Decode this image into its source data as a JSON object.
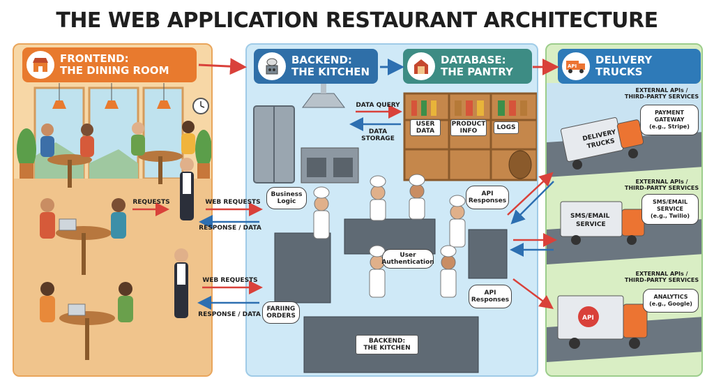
{
  "title": "THE WEB APPLICATION RESTAURANT ARCHITECTURE",
  "sections": {
    "frontend": {
      "line1": "FRONTEND:",
      "line2": "THE DINING ROOM",
      "color": "#e87a2e"
    },
    "backend": {
      "line1": "BACKEND:",
      "line2": "THE KITCHEN",
      "color": "#2f6fa8"
    },
    "database": {
      "line1": "DATABASE:",
      "line2": "THE PANTRY",
      "color": "#3d8c84"
    },
    "delivery": {
      "line1": "DELIVERY",
      "line2": "TRUCKS",
      "color": "#2e7ab8"
    }
  },
  "flows": {
    "requests": "REQUESTS",
    "web_requests_1": "WEB REQUESTS",
    "response_data_1": "RESPONSE / DATA",
    "web_requests_2": "WEB REQUESTS",
    "response_data_2": "RESPONSE / DATA",
    "data_query": "DATA QUERY",
    "data_storage": "DATA STORAGE"
  },
  "pantry": {
    "user_data": [
      "USER",
      "DATA"
    ],
    "product_info": [
      "PRODUCT",
      "INFO"
    ],
    "logs": "LOGS"
  },
  "kitchen": {
    "business_logic": [
      "Business",
      "Logic"
    ],
    "api_responses_1": [
      "API",
      "Responses"
    ],
    "user_auth": [
      "User",
      "Authentication"
    ],
    "api_responses_2": [
      "API",
      "Responses"
    ],
    "failing_orders": [
      "FARIING",
      "ORDERS"
    ],
    "counter_sign": [
      "BACKEND:",
      "THE KITCHEN"
    ]
  },
  "delivery": {
    "ext_label_1": [
      "EXTERNAL APIs /",
      "THIRD-PARTY SERVICES"
    ],
    "payment": [
      "PAYMENT",
      "GATEWAY",
      "(e.g., Stripe)"
    ],
    "truck1": [
      "DELIVERY",
      "TRUCKS"
    ],
    "ext_label_2": [
      "EXTERNAL APIs /",
      "THIRD-PARTY SERVICES"
    ],
    "sms": [
      "SMS/EMAIL",
      "SERVICE",
      "(e.g., Twilio)"
    ],
    "truck2": [
      "SMS/EMAIL",
      "SERVICE"
    ],
    "ext_label_3": [
      "EXTERNAL APIs /",
      "THIRD-PARTY SERVICES"
    ],
    "analytics": [
      "ANALYTICS",
      "(e.g., Google)"
    ],
    "truck3": "API",
    "header_truck": "API"
  },
  "icons": [
    "storefront-icon",
    "chef-hat-stove-icon",
    "pantry-barn-icon",
    "delivery-truck-icon",
    "clock-icon"
  ],
  "colors": {
    "arrow_red": "#d9413a",
    "arrow_blue": "#2d6fb1",
    "truck_orange": "#ec7432"
  }
}
